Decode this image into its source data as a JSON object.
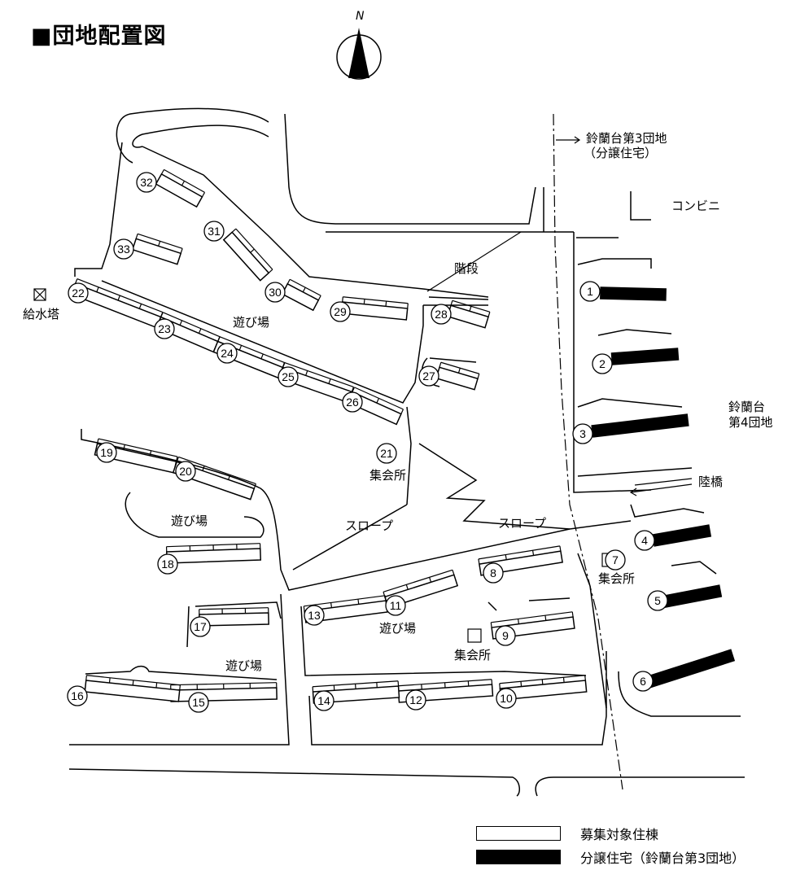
{
  "title": "■団地配置図",
  "north": "N",
  "labels": {
    "neighbor3_line1": "鈴蘭台第3団地",
    "neighbor3_line2": "（分譲住宅）",
    "convenience": "コンビニ",
    "stairs": "階段",
    "water_tower": "給水塔",
    "playground": "遊び場",
    "meeting_hall": "集会所",
    "slope": "スロープ",
    "neighbor4_line1": "鈴蘭台",
    "neighbor4_line2": "第4団地",
    "overpass": "陸橋"
  },
  "buildings": [
    {
      "no": "1",
      "type": "owned"
    },
    {
      "no": "2",
      "type": "owned"
    },
    {
      "no": "3",
      "type": "owned"
    },
    {
      "no": "4",
      "type": "owned"
    },
    {
      "no": "5",
      "type": "owned"
    },
    {
      "no": "6",
      "type": "owned"
    },
    {
      "no": "7",
      "type": "hall"
    },
    {
      "no": "8",
      "type": "recruit"
    },
    {
      "no": "9",
      "type": "recruit"
    },
    {
      "no": "10",
      "type": "recruit"
    },
    {
      "no": "11",
      "type": "recruit"
    },
    {
      "no": "12",
      "type": "recruit"
    },
    {
      "no": "13",
      "type": "recruit"
    },
    {
      "no": "14",
      "type": "recruit"
    },
    {
      "no": "15",
      "type": "recruit"
    },
    {
      "no": "16",
      "type": "recruit"
    },
    {
      "no": "17",
      "type": "recruit"
    },
    {
      "no": "18",
      "type": "recruit"
    },
    {
      "no": "19",
      "type": "recruit"
    },
    {
      "no": "20",
      "type": "recruit"
    },
    {
      "no": "21",
      "type": "hall"
    },
    {
      "no": "22",
      "type": "recruit"
    },
    {
      "no": "23",
      "type": "recruit"
    },
    {
      "no": "24",
      "type": "recruit"
    },
    {
      "no": "25",
      "type": "recruit"
    },
    {
      "no": "26",
      "type": "recruit"
    },
    {
      "no": "27",
      "type": "recruit"
    },
    {
      "no": "28",
      "type": "recruit"
    },
    {
      "no": "29",
      "type": "recruit"
    },
    {
      "no": "30",
      "type": "recruit"
    },
    {
      "no": "31",
      "type": "recruit"
    },
    {
      "no": "32",
      "type": "recruit"
    },
    {
      "no": "33",
      "type": "recruit"
    }
  ],
  "legend": {
    "recruit": "募集対象住棟",
    "owned": "分譲住宅（鈴蘭台第3団地）"
  }
}
